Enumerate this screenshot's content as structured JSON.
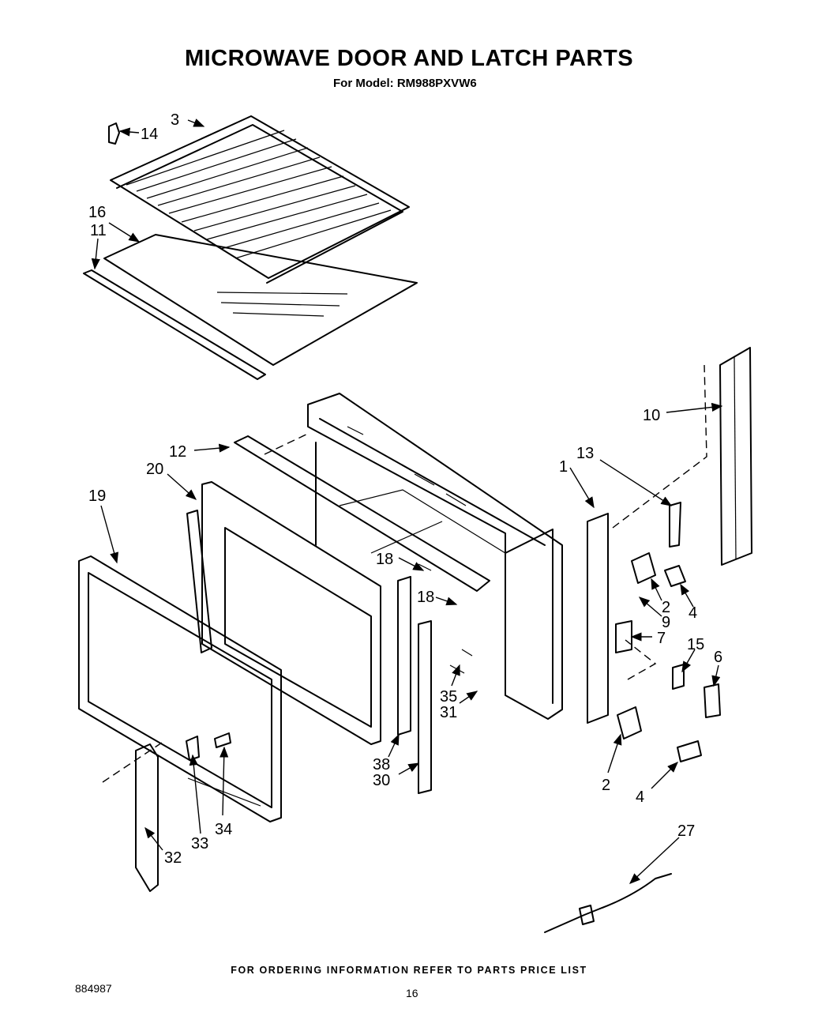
{
  "header": {
    "title": "MICROWAVE DOOR AND LATCH PARTS",
    "subtitle": "For Model: RM988PXVW6"
  },
  "callouts": [
    "1",
    "2",
    "2",
    "3",
    "4",
    "4",
    "6",
    "7",
    "9",
    "10",
    "11",
    "12",
    "13",
    "14",
    "15",
    "16",
    "18",
    "18",
    "19",
    "20",
    "27",
    "30",
    "31",
    "32",
    "33",
    "34",
    "35",
    "38"
  ],
  "footer": {
    "ordering_note": "FOR ORDERING INFORMATION REFER TO PARTS PRICE LIST",
    "doc_number": "884987",
    "page_number": "16"
  }
}
